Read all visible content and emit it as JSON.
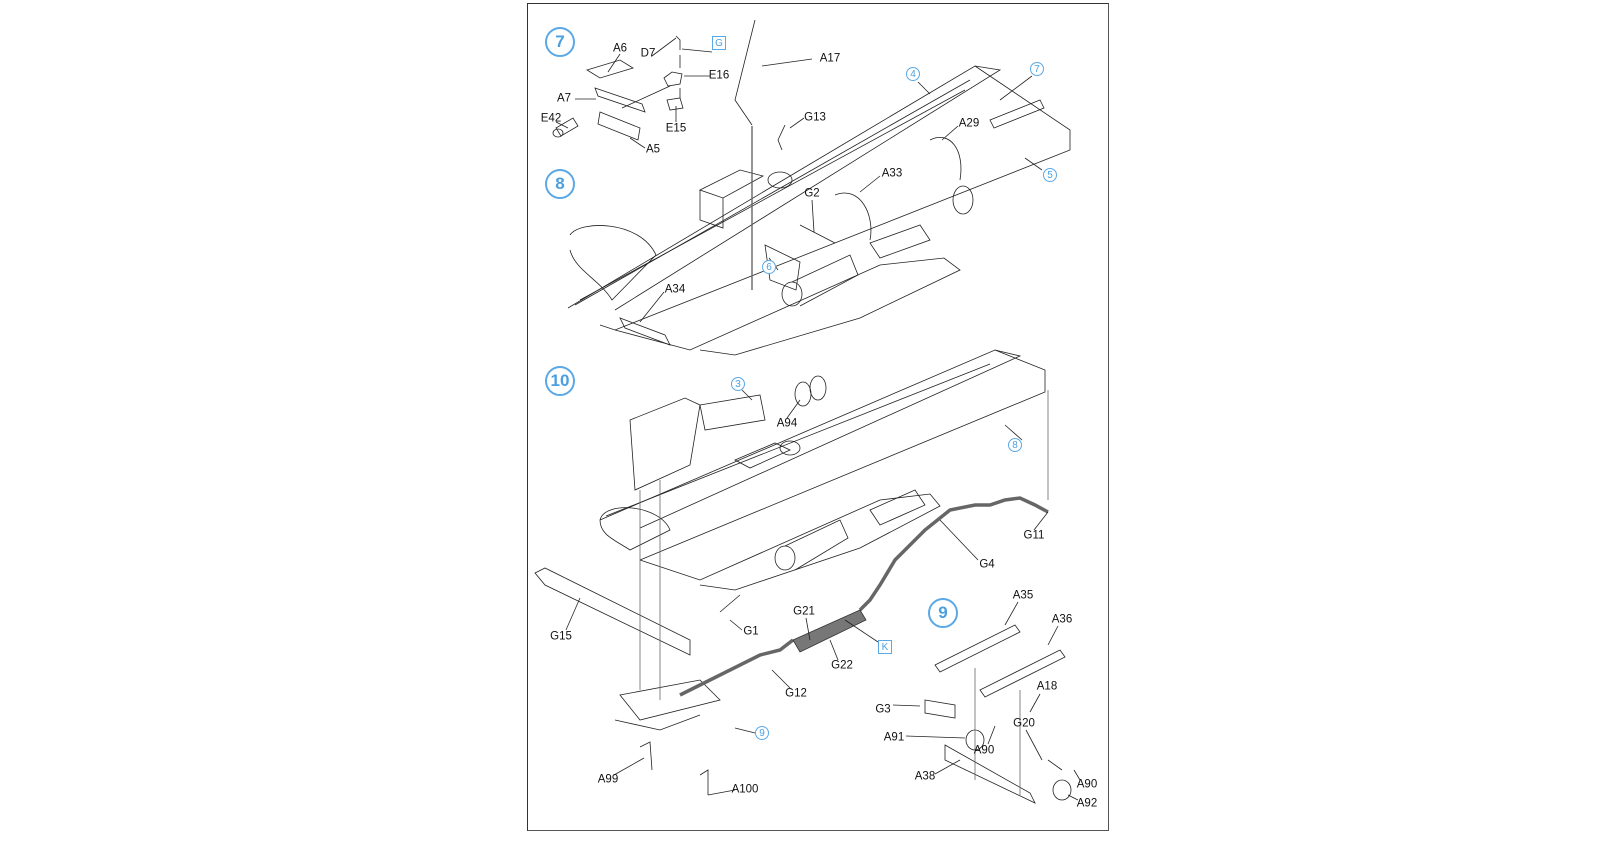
{
  "document": {
    "type": "assembly-instructions",
    "accent_color": "#5aa8e6"
  },
  "steps": {
    "s7": "7",
    "s8": "8",
    "s9": "9",
    "s10": "10"
  },
  "subassembly_refs": {
    "r4": "4",
    "r7": "7",
    "r5": "5",
    "r6": "6",
    "r3": "3",
    "r8": "8",
    "r9": "9"
  },
  "sprue_boxes": {
    "g": "G",
    "k": "K"
  },
  "parts": {
    "step7": [
      "A6",
      "D7",
      "E16",
      "A7",
      "E42",
      "E15",
      "A5"
    ],
    "step8": [
      "A17",
      "G13",
      "A29",
      "A33",
      "G2",
      "A34"
    ],
    "step10": [
      "A94",
      "G11",
      "G4",
      "G15",
      "G1",
      "G21",
      "G22",
      "G12",
      "A99",
      "A100"
    ],
    "step9": [
      "A35",
      "A36",
      "A18",
      "G3",
      "A91",
      "A90",
      "G20",
      "A38",
      "A90",
      "A92"
    ]
  }
}
